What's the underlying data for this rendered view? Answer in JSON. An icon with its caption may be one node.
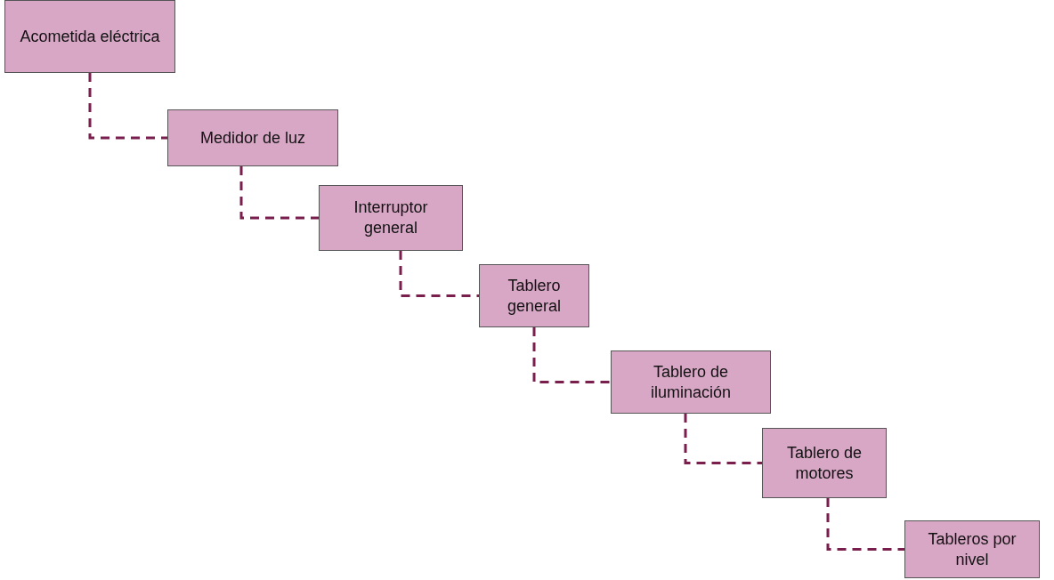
{
  "diagram": {
    "nodes": [
      {
        "text": [
          "Acometida eléctrica"
        ]
      },
      {
        "text": [
          "Medidor de luz"
        ]
      },
      {
        "text": [
          "Interruptor general"
        ]
      },
      {
        "text": [
          "Tablero general"
        ]
      },
      {
        "text": [
          "Tablero de iluminación"
        ]
      },
      {
        "text": [
          "Tablero de motores"
        ]
      },
      {
        "text": [
          "Tableros por nivel"
        ]
      }
    ],
    "edges": [
      {
        "from": 0,
        "to": 1,
        "arrow": "none",
        "style": "dashed"
      },
      {
        "from": 1,
        "to": 2,
        "arrow": "none",
        "style": "dashed"
      },
      {
        "from": 2,
        "to": 3,
        "arrow": "none",
        "style": "dashed"
      },
      {
        "from": 3,
        "to": 4,
        "arrow": "none",
        "style": "dashed"
      },
      {
        "from": 4,
        "to": 5,
        "arrow": "none",
        "style": "dashed"
      },
      {
        "from": 5,
        "to": 6,
        "arrow": "none",
        "style": "dashed"
      }
    ]
  }
}
